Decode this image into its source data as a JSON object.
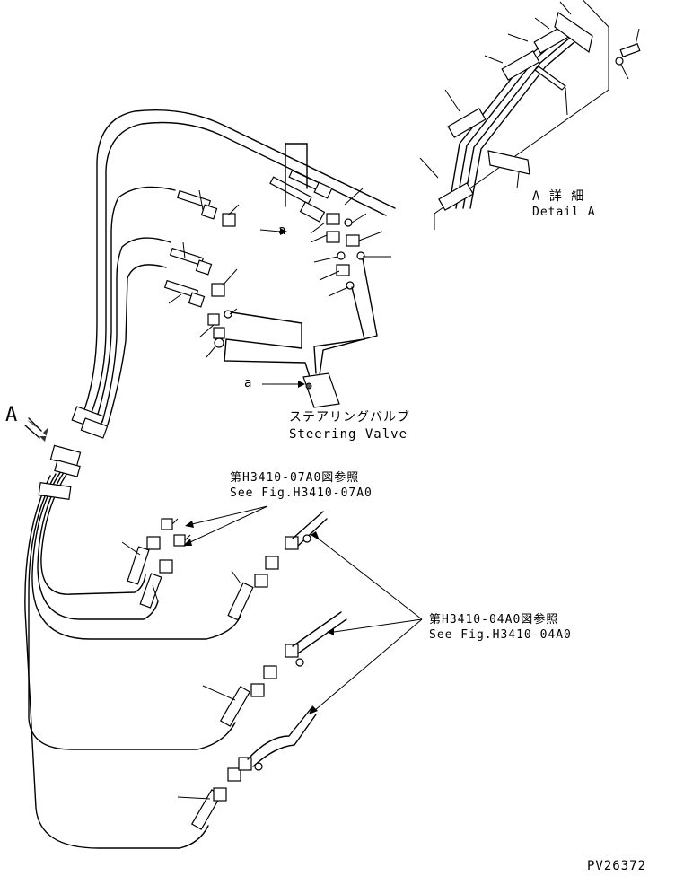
{
  "labels": {
    "view_marker": "A",
    "detail_title_jp": "A 詳 細",
    "detail_title_en": "Detail A",
    "connection_mark_upper": "a",
    "connection_mark_lower": "a",
    "valve_name_jp": "ステアリングバルブ",
    "valve_name_en": "Steering Valve",
    "ref1_jp": "第H3410-07A0図参照",
    "ref1_en": "See Fig.H3410-07A0",
    "ref2_jp": "第H3410-04A0図参照",
    "ref2_en": "See Fig.H3410-04A0",
    "drawing_number": "PV26372"
  }
}
